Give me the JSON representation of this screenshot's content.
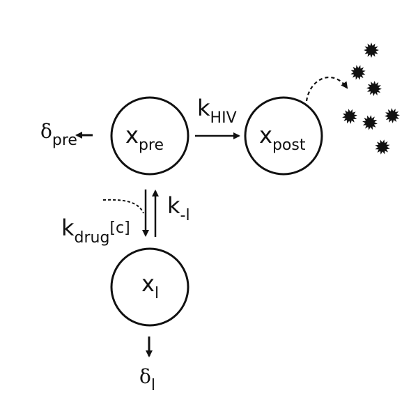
{
  "nodes": {
    "pre": {
      "base": "x",
      "sub": "pre"
    },
    "post": {
      "base": "x",
      "sub": "post"
    },
    "latent": {
      "base": "x",
      "sub": "l"
    }
  },
  "rates": {
    "k_hiv": {
      "base": "k",
      "sub": "HIV"
    },
    "k_drug": {
      "base": "k",
      "sub": "drug",
      "suffix": "[c]"
    },
    "k_minus_l": {
      "base": "k",
      "sub": "-l"
    },
    "delta_pre": {
      "base": "δ",
      "sub": "pre"
    },
    "delta_l": {
      "base": "δ",
      "sub": "l"
    }
  },
  "virions": {
    "count": 7,
    "color": "#111111"
  }
}
